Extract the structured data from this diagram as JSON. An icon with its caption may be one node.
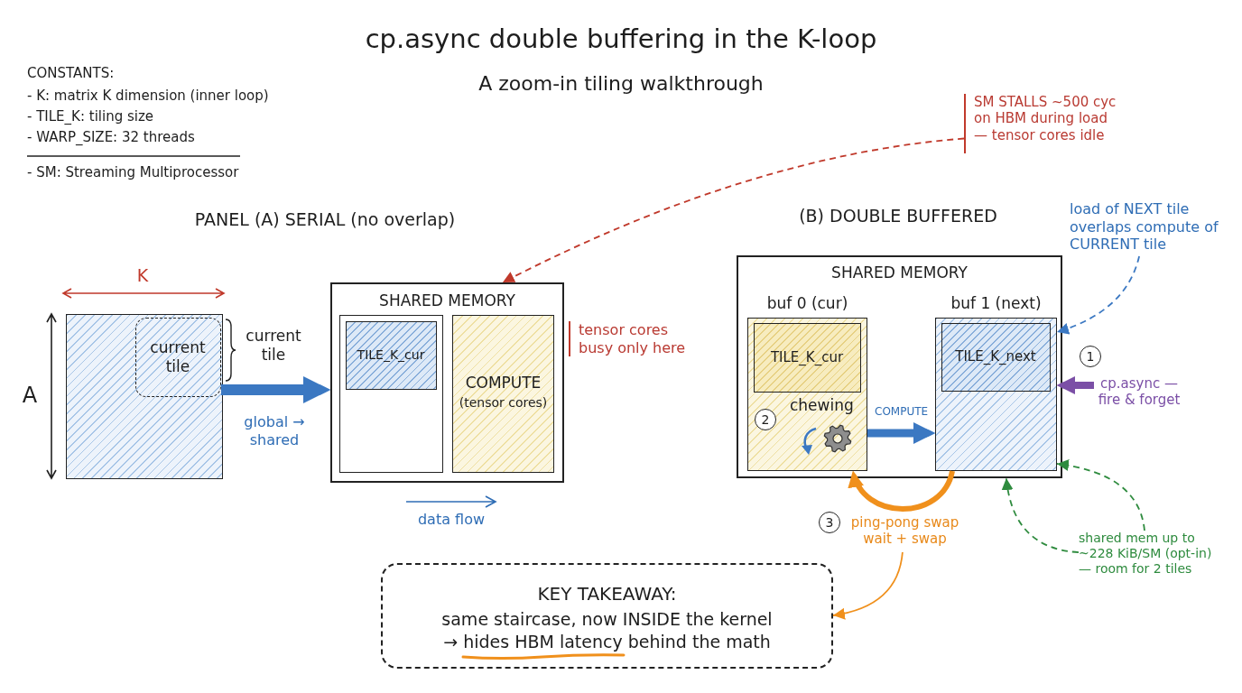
{
  "diagram": {
    "title": "cp.async double buffering in the K-loop",
    "nodes": [
      {
        "text": [],
        "shape": "box"
      },
      {
        "text": [
          "current tile"
        ],
        "in": 0,
        "beside": [
          "current tile"
        ]
      },
      {
        "text": [
          "SHARED MEMORY"
        ]
      },
      {
        "text": [],
        "shape": "box",
        "in": 2
      },
      {
        "text": [
          "TILE_K_cur"
        ],
        "in": 3
      },
      {
        "text": [
          "COMPUTE",
          "(tensor cores)"
        ],
        "in": 2
      },
      {
        "text": [
          "SM STALLS ~500 cyc on HBM during load — tensor cores idle"
        ]
      },
      {
        "text": [
          "SHARED MEMORY"
        ]
      },
      {
        "text": [
          "buf 0 (cur)",
          "chewing"
        ],
        "in": 7
      },
      {
        "text": [
          "TILE_K_cur"
        ],
        "in": 8
      },
      {
        "text": [
          "buf 1 (next)"
        ],
        "in": 7
      },
      {
        "text": [
          "TILE_K_next"
        ],
        "in": 10
      },
      {
        "text": [
          "load of NEXT tile overlaps compute of CURRENT tile"
        ]
      },
      {
        "text": [
          "cp.async — fire & forget"
        ]
      },
      {
        "text": [
          "ping-pong swap wait + swap"
        ]
      },
      {
        "text": [
          "KEY TAKEAWAY:",
          "same staircase, now INSIDE the kernel → hides HBM latency behind the math"
        ]
      },
      {
        "text": [
          "shared mem up to ~228 KiB/SM (opt-in) — room for 2 tiles"
        ]
      }
    ],
    "edges": [
      {
        "from": 1,
        "to": 2,
        "arrow": "to",
        "label": "global → shared",
        "style": "thick",
        "color": "#3b78c2"
      },
      {
        "from": 6,
        "to": 2,
        "arrow": "to",
        "style": "dashed",
        "color": "#c0392b"
      },
      {
        "from": 8,
        "to": 10,
        "arrow": "to",
        "label": "COMPUTE",
        "style": "thick",
        "color": "#3b78c2"
      },
      {
        "from": 12,
        "to": 10,
        "arrow": "to",
        "style": "dashed",
        "color": "#3b78c2"
      },
      {
        "from": 13,
        "to": 10,
        "arrow": "to",
        "style": "thick",
        "color": "#7b4fa6"
      },
      {
        "from": 10,
        "to": 8,
        "arrow": "to",
        "style": "thick",
        "color": "#f0901c"
      },
      {
        "from": 14,
        "to": 15,
        "arrow": "to",
        "color": "#f0901c"
      },
      {
        "from": 16,
        "to": 7,
        "arrow": "to",
        "style": "dashed",
        "color": "#2e8b3e"
      },
      {
        "from": 16,
        "to": 10,
        "arrow": "to",
        "style": "dashed",
        "color": "#2e8b3e"
      }
    ],
    "labels": [
      "A zoom-in tiling walkthrough",
      "CONSTANTS:",
      "- K: matrix K dimension (inner loop)",
      "- TILE_K: tiling size",
      "- WARP_SIZE: 32 threads",
      "- SM: Streaming Multiprocessor",
      "PANEL (A) SERIAL (no overlap)",
      "(B) DOUBLE BUFFERED",
      "K",
      "A",
      "tensor cores busy only here",
      "1",
      "2",
      "data flow",
      "3"
    ]
  }
}
